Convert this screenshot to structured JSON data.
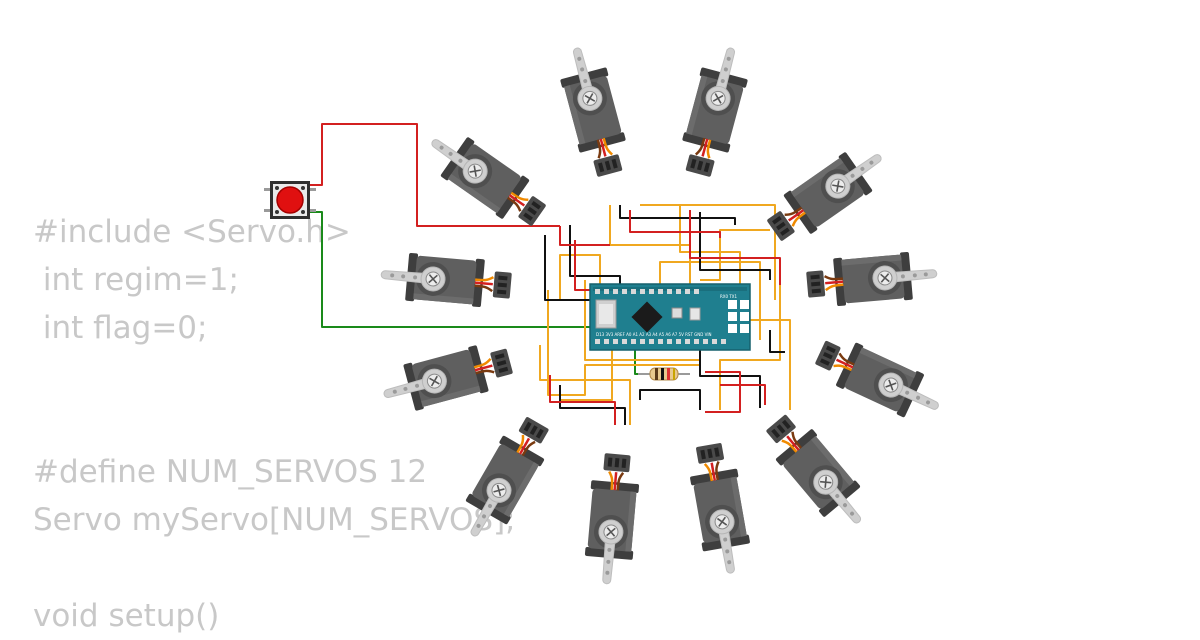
{
  "code_lines": [
    "#include <Servo.h>",
    " int regim=1;",
    " int flag=0;",
    "",
    "",
    "#define NUM_SERVOS 12",
    "Servo myServo[NUM_SERVOS];",
    "",
    "void setup()"
  ],
  "board": {
    "name": "Arduino Nano",
    "pin_labels_bottom": "D13 3V3 AREF A0 A1 A2 A3 A4 A5 A6 A7 5V RST GND VIN",
    "pin_labels_top": "RX0 TX1"
  },
  "colors": {
    "servo_body": "#5f5f5f",
    "servo_horn": "#cfcfcf",
    "wire_red": "#d32020",
    "wire_black": "#111111",
    "wire_yellow": "#f0a820",
    "wire_green": "#1a8a1a",
    "board": "#1f7f8f",
    "button_cap": "#e01010",
    "signal_orange": "#f08a00",
    "code_text": "#c8c8c8"
  },
  "components": {
    "servo_count": 12,
    "button": "pushbutton",
    "resistor": "resistor"
  }
}
